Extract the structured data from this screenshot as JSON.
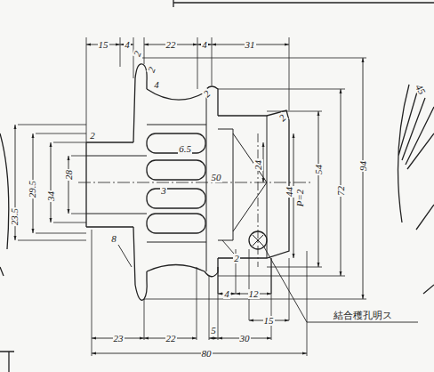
{
  "diagram": {
    "labels": [
      "15",
      "4",
      "22",
      "4",
      "31",
      "45",
      "2",
      "2",
      "4",
      "2",
      "2",
      "2",
      "6.5",
      "24",
      "50",
      "3",
      "44",
      "P=2",
      "54",
      "72",
      "94",
      "28",
      "34",
      "29.5",
      "23.5",
      "8",
      "2",
      "4",
      "12",
      "15",
      "23",
      "22",
      "5",
      "30",
      "80",
      "結合穫孔明ス"
    ]
  }
}
